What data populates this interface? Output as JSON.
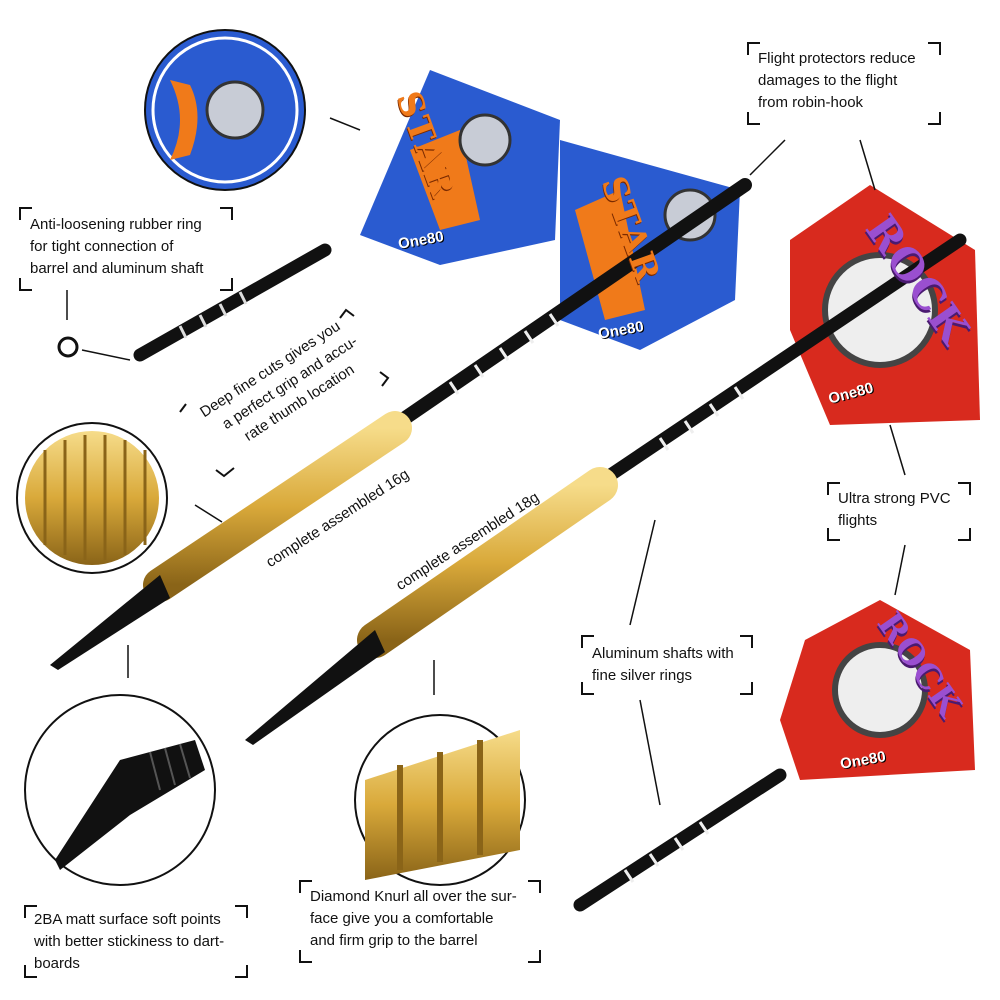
{
  "captions": {
    "flight_protectors": [
      "Flight protectors reduce",
      "damages to the flight",
      "from robin-hook"
    ],
    "rubber_ring": [
      "Anti-loosening rubber ring",
      "for tight connection of",
      "barrel and aluminum shaft"
    ],
    "deep_cuts": [
      "Deep fine cuts gives you",
      "a perfect grip and accu-",
      "rate thumb location"
    ],
    "assembled_16": "complete assembled 16g",
    "assembled_18": "complete assembled 18g",
    "pvc_flights": [
      "Ultra strong PVC",
      "flights"
    ],
    "aluminum_shafts": [
      "Aluminum shafts with",
      "fine silver rings"
    ],
    "soft_points": [
      "2BA matt surface soft points",
      "with better stickiness to dart-",
      "boards"
    ],
    "diamond_knurl": [
      "Diamond Knurl all over the sur-",
      "face give you a comfortable",
      "and firm grip to the barrel"
    ]
  },
  "flight_prints": {
    "brand": "One80",
    "blue_word": "STAR",
    "red_word": "ROCK"
  },
  "colors": {
    "gold": "#d9a93a",
    "blue_flight": "#2a5bd0",
    "orange": "#f07a1a",
    "red_flight": "#d82a1e",
    "purple": "#9a4fd0"
  }
}
